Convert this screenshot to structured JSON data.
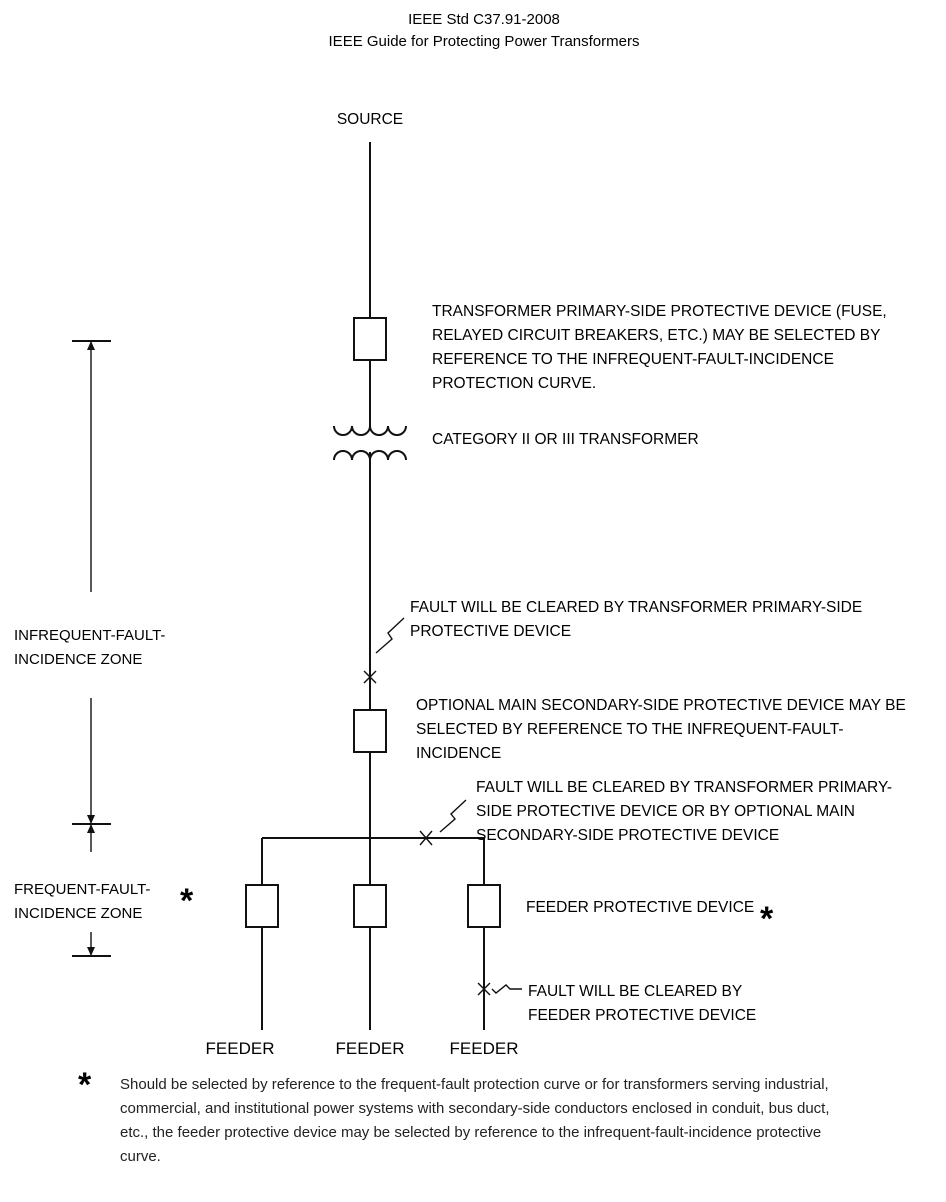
{
  "header": {
    "line1": "IEEE Std C37.91-2008",
    "line2": "IEEE Guide for Protecting Power Transformers"
  },
  "diagram": {
    "source_label": "SOURCE",
    "primary_device_label": [
      "TRANSFORMER PRIMARY-SIDE PROTECTIVE DEVICE (FUSE,",
      "RELAYED CIRCUIT BREAKERS, ETC.) MAY BE SELECTED BY",
      "REFERENCE TO THE INFREQUENT-FAULT-INCIDENCE",
      "PROTECTION CURVE."
    ],
    "transformer_label": "CATEGORY II OR III TRANSFORMER",
    "fault_primary_label": [
      "FAULT WILL BE CLEARED BY TRANSFORMER PRIMARY-SIDE",
      "PROTECTIVE DEVICE"
    ],
    "secondary_device_label": [
      "OPTIONAL MAIN SECONDARY-SIDE PROTECTIVE DEVICE MAY BE",
      "SELECTED BY REFERENCE TO THE INFREQUENT-FAULT-",
      "INCIDENCE"
    ],
    "fault_bus_label": [
      "FAULT WILL BE CLEARED BY TRANSFORMER PRIMARY-",
      "SIDE PROTECTIVE DEVICE OR BY OPTIONAL MAIN",
      "SECONDARY-SIDE PROTECTIVE DEVICE"
    ],
    "feeder_device_label": "FEEDER PROTECTIVE DEVICE",
    "fault_feeder_label": [
      "FAULT WILL BE CLEARED BY",
      "FEEDER PROTECTIVE DEVICE"
    ],
    "infrequent_zone_label": [
      "INFREQUENT-FAULT-",
      "INCIDENCE ZONE"
    ],
    "frequent_zone_label": [
      "FREQUENT-FAULT-",
      "INCIDENCE ZONE"
    ],
    "feeder_labels": [
      "FEEDER",
      "FEEDER",
      "FEEDER"
    ],
    "asterisk": "*"
  },
  "footnote": {
    "symbol": "*",
    "text": "Should be selected by reference to  the frequent-fault protection curve or for transformers serving industrial, commercial, and institutional power systems with secondary-side conductors enclosed in conduit, bus duct, etc., the feeder protective device may be selected by reference to the infrequent-fault-incidence protective curve."
  }
}
